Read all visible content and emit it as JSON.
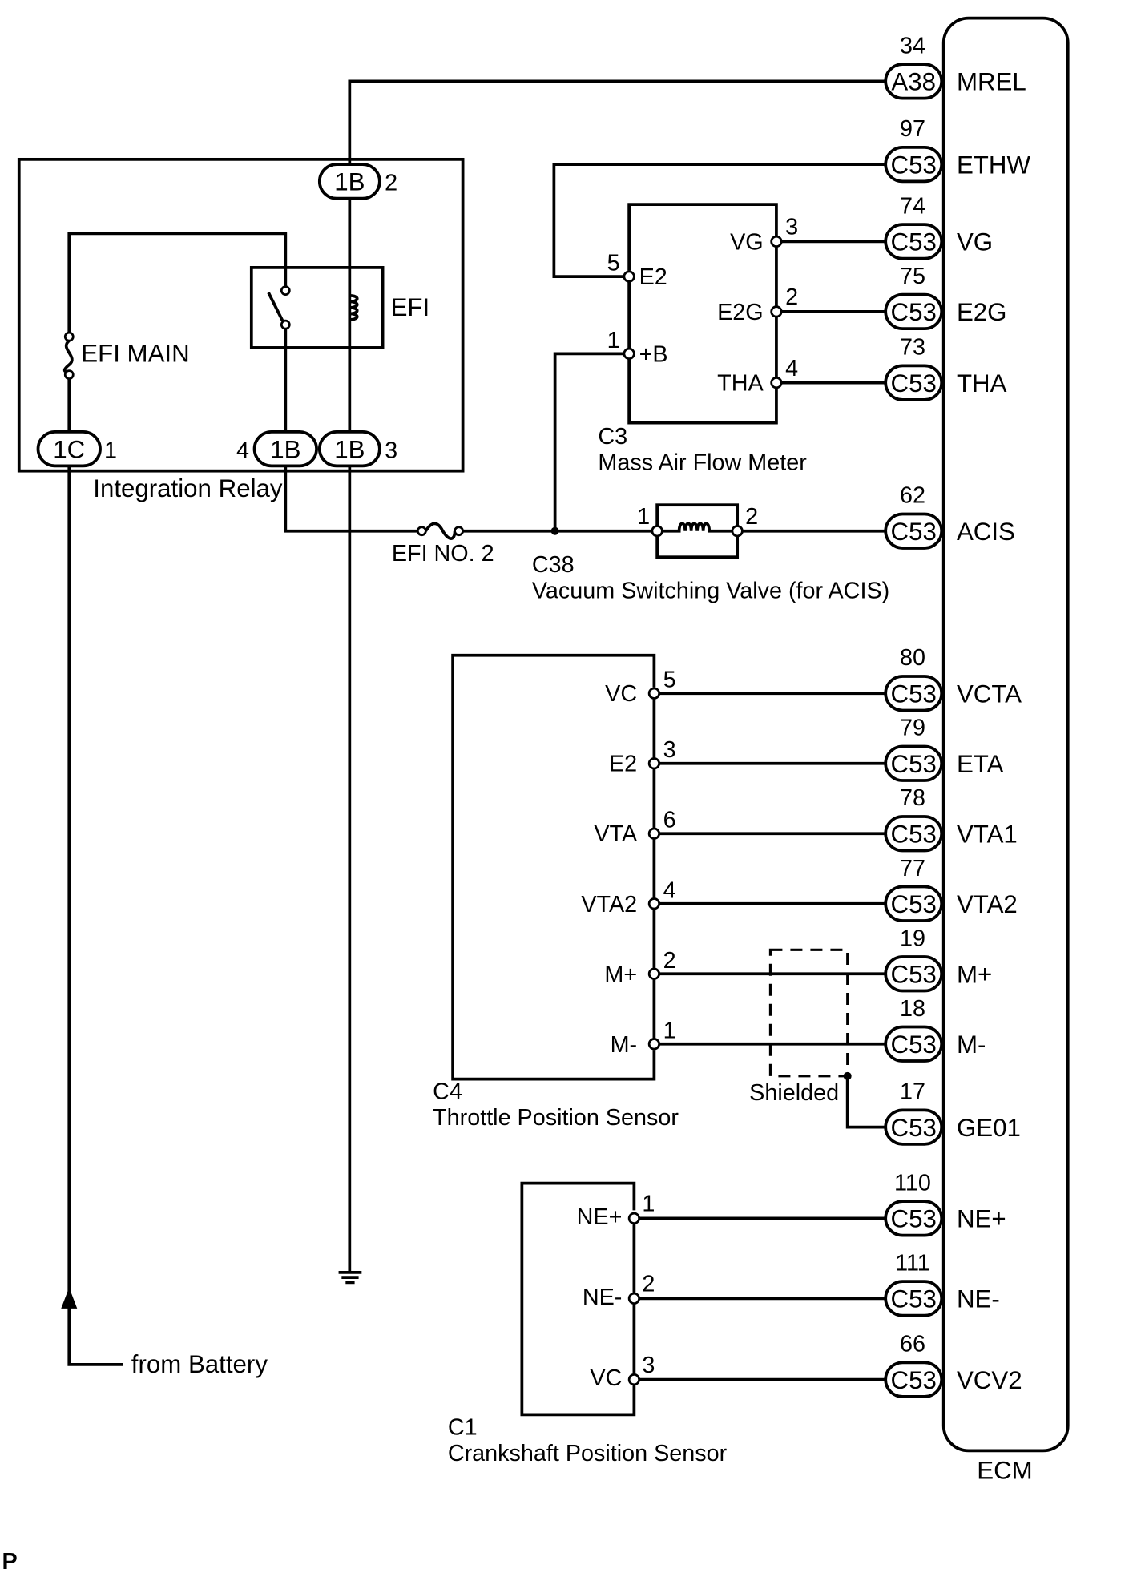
{
  "ecm": {
    "name": "ECM",
    "terminals": [
      {
        "pin": "34",
        "conn": "A38",
        "signal": "MREL"
      },
      {
        "pin": "97",
        "conn": "C53",
        "signal": "ETHW"
      },
      {
        "pin": "74",
        "conn": "C53",
        "signal": "VG"
      },
      {
        "pin": "75",
        "conn": "C53",
        "signal": "E2G"
      },
      {
        "pin": "73",
        "conn": "C53",
        "signal": "THA"
      },
      {
        "pin": "62",
        "conn": "C53",
        "signal": "ACIS"
      },
      {
        "pin": "80",
        "conn": "C53",
        "signal": "VCTA"
      },
      {
        "pin": "79",
        "conn": "C53",
        "signal": "ETA"
      },
      {
        "pin": "78",
        "conn": "C53",
        "signal": "VTA1"
      },
      {
        "pin": "77",
        "conn": "C53",
        "signal": "VTA2"
      },
      {
        "pin": "19",
        "conn": "C53",
        "signal": "M+"
      },
      {
        "pin": "18",
        "conn": "C53",
        "signal": "M-"
      },
      {
        "pin": "17",
        "conn": "C53",
        "signal": "GE01"
      },
      {
        "pin": "110",
        "conn": "C53",
        "signal": "NE+"
      },
      {
        "pin": "111",
        "conn": "C53",
        "signal": "NE-"
      },
      {
        "pin": "66",
        "conn": "C53",
        "signal": "VCV2"
      }
    ]
  },
  "integration_relay": {
    "name": "Integration Relay",
    "fuse": "EFI MAIN",
    "relay": "EFI",
    "connectors": [
      {
        "conn": "1B",
        "pin": "2"
      },
      {
        "conn": "1C",
        "pin": "1"
      },
      {
        "conn": "1B",
        "pin": "4"
      },
      {
        "conn": "1B",
        "pin": "3"
      }
    ]
  },
  "maf": {
    "code": "C3",
    "name": "Mass Air Flow Meter",
    "pins": [
      {
        "num": "5",
        "label": "E2"
      },
      {
        "num": "1",
        "label": "+B"
      },
      {
        "num": "3",
        "label": "VG"
      },
      {
        "num": "2",
        "label": "E2G"
      },
      {
        "num": "4",
        "label": "THA"
      }
    ]
  },
  "efi_no2": {
    "name": "EFI NO. 2"
  },
  "vsv": {
    "code": "C38",
    "name": "Vacuum Switching Valve (for ACIS)",
    "pins": [
      "1",
      "2"
    ]
  },
  "tps": {
    "code": "C4",
    "name": "Throttle Position Sensor",
    "pins": [
      {
        "num": "5",
        "label": "VC"
      },
      {
        "num": "3",
        "label": "E2"
      },
      {
        "num": "6",
        "label": "VTA"
      },
      {
        "num": "4",
        "label": "VTA2"
      },
      {
        "num": "2",
        "label": "M+"
      },
      {
        "num": "1",
        "label": "M-"
      }
    ]
  },
  "shield": {
    "label": "Shielded"
  },
  "ckp": {
    "code": "C1",
    "name": "Crankshaft Position Sensor",
    "pins": [
      {
        "num": "1",
        "label": "NE+"
      },
      {
        "num": "2",
        "label": "NE-"
      },
      {
        "num": "3",
        "label": "VC"
      }
    ]
  },
  "battery": {
    "label": "from Battery"
  },
  "footer": {
    "mark": "P"
  }
}
